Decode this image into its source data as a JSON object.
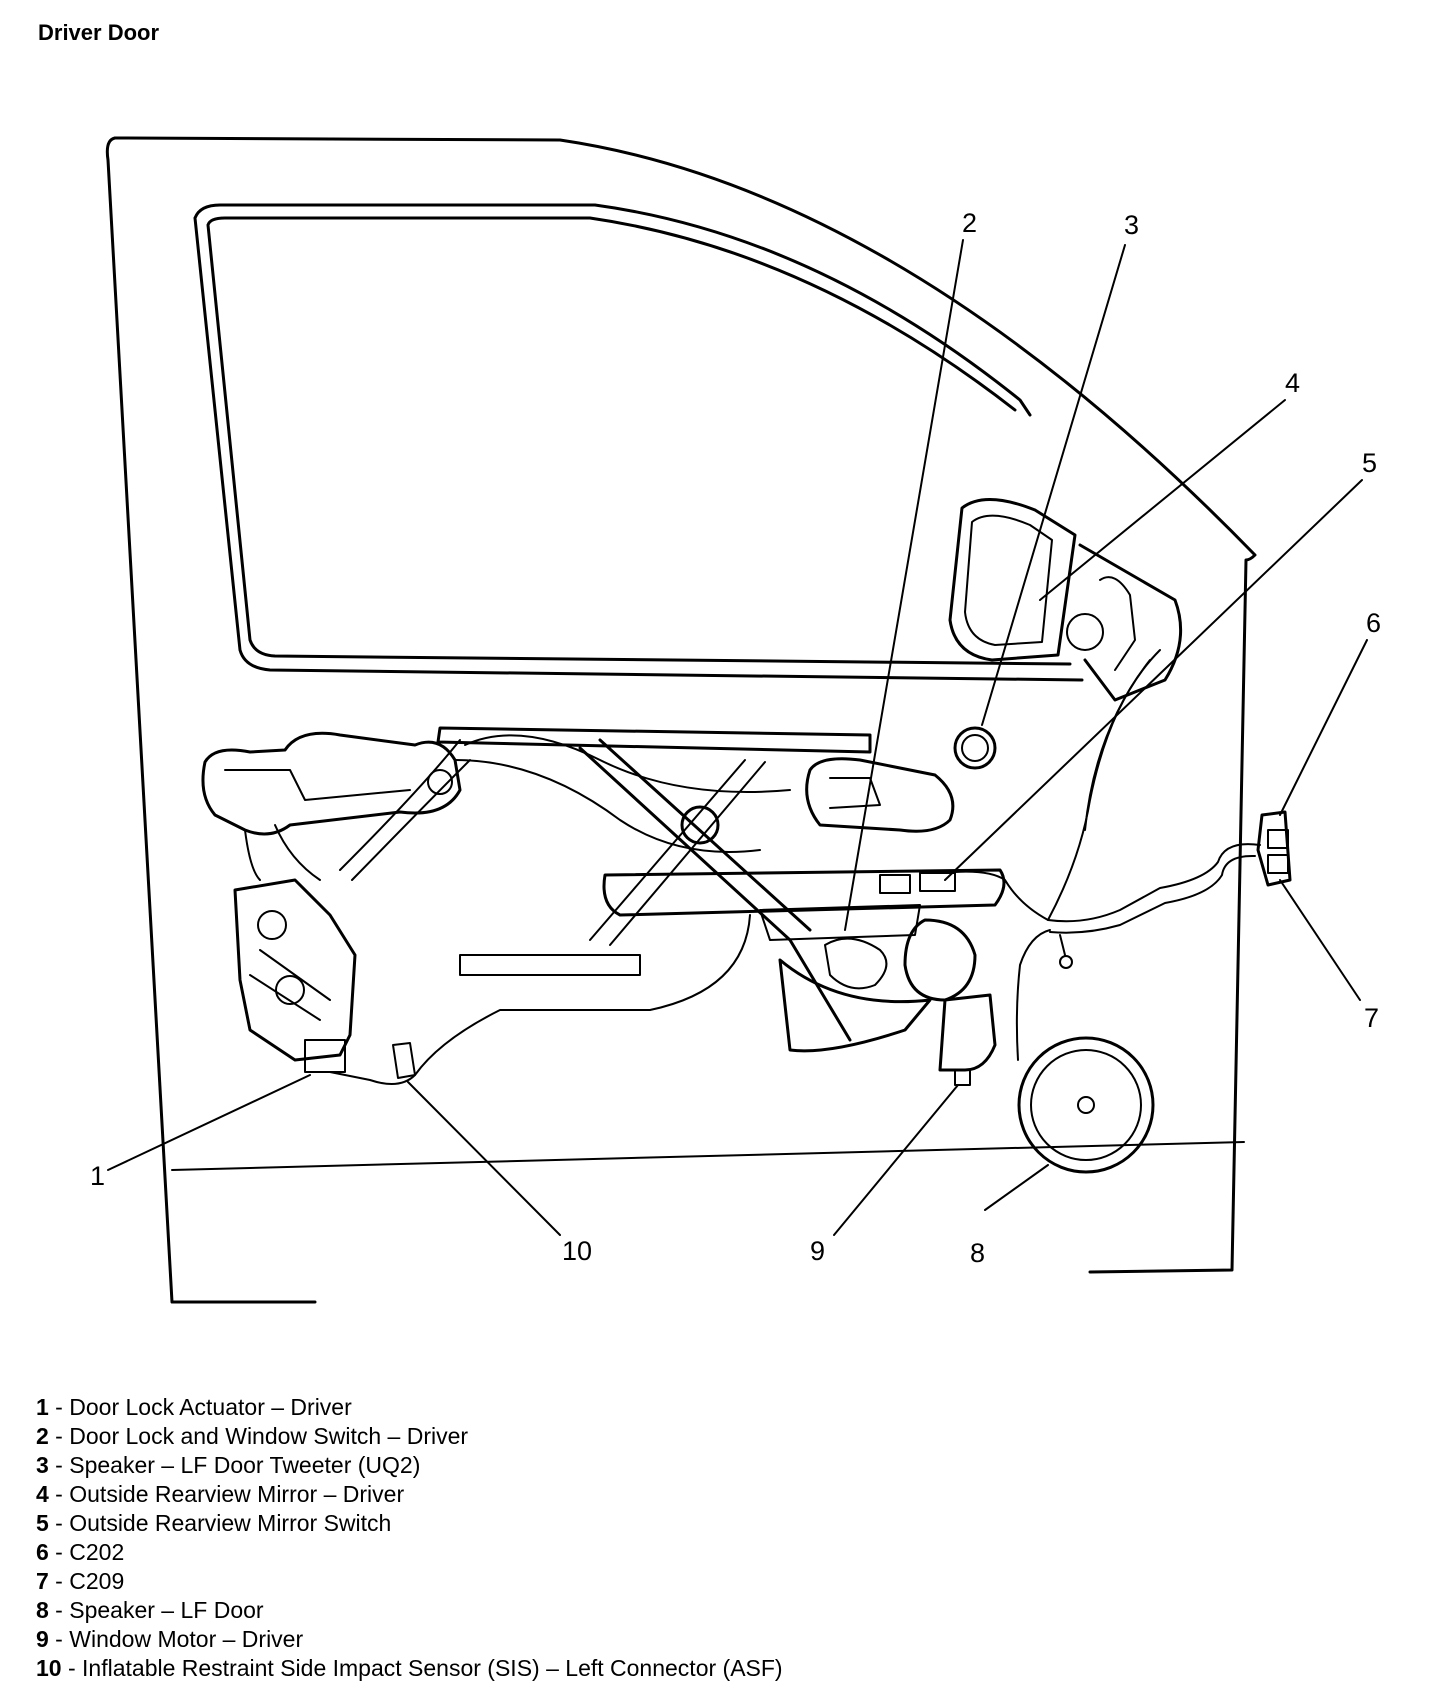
{
  "title": "Driver Door",
  "callouts": [
    "1",
    "2",
    "3",
    "4",
    "5",
    "6",
    "7",
    "8",
    "9",
    "10"
  ],
  "legend": [
    {
      "num": "1",
      "sep": " - ",
      "text": "Door Lock Actuator – Driver"
    },
    {
      "num": "2",
      "sep": " - ",
      "text": "Door Lock and Window Switch – Driver"
    },
    {
      "num": "3",
      "sep": " - ",
      "text": "Speaker – LF Door Tweeter (UQ2)"
    },
    {
      "num": "4",
      "sep": " - ",
      "text": "Outside Rearview Mirror – Driver"
    },
    {
      "num": "5",
      "sep": " - ",
      "text": "Outside Rearview Mirror Switch"
    },
    {
      "num": "6",
      "sep": " - ",
      "text": "C202"
    },
    {
      "num": "7",
      "sep": " - ",
      "text": "C209"
    },
    {
      "num": "8",
      "sep": " - ",
      "text": "Speaker – LF Door"
    },
    {
      "num": "9",
      "sep": " - ",
      "text": "Window Motor – Driver"
    },
    {
      "num": "10",
      "sep": " - ",
      "text": "Inflatable Restraint Side Impact Sensor (SIS) – Left Connector (ASF)"
    }
  ]
}
